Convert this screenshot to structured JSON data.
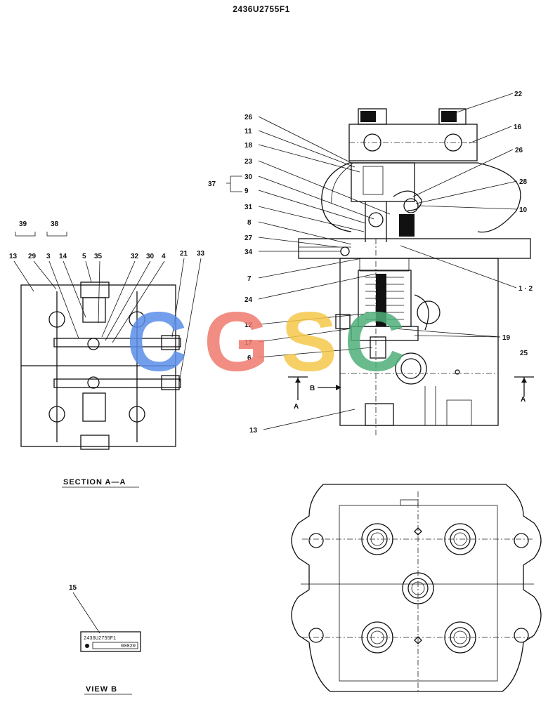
{
  "drawing": {
    "number": "2436U2755F1",
    "section_caption": "SECTION  A—A",
    "view_caption": "VIEW  B",
    "section_marker": "A",
    "view_marker": "B"
  },
  "watermark": {
    "letters": [
      "C",
      "G",
      "S",
      "C"
    ],
    "colors": [
      "#5a8ee8",
      "#f07a6e",
      "#f5c84a",
      "#4fb07a"
    ]
  },
  "callouts_main": [
    "22",
    "16",
    "26",
    "11",
    "18",
    "23",
    "28",
    "10",
    "30",
    "9",
    "31",
    "8",
    "27",
    "34",
    "7",
    "1 · 2",
    "24",
    "12",
    "17",
    "19",
    "6",
    "25",
    "13",
    "26",
    "37"
  ],
  "callouts_section": [
    "39",
    "38",
    "13",
    "29",
    "3",
    "14",
    "5",
    "35",
    "32",
    "30",
    "4",
    "21",
    "33"
  ],
  "nameplate": {
    "line1": "2436U2755F1",
    "line2": "00020"
  },
  "view_b_callout": "15"
}
